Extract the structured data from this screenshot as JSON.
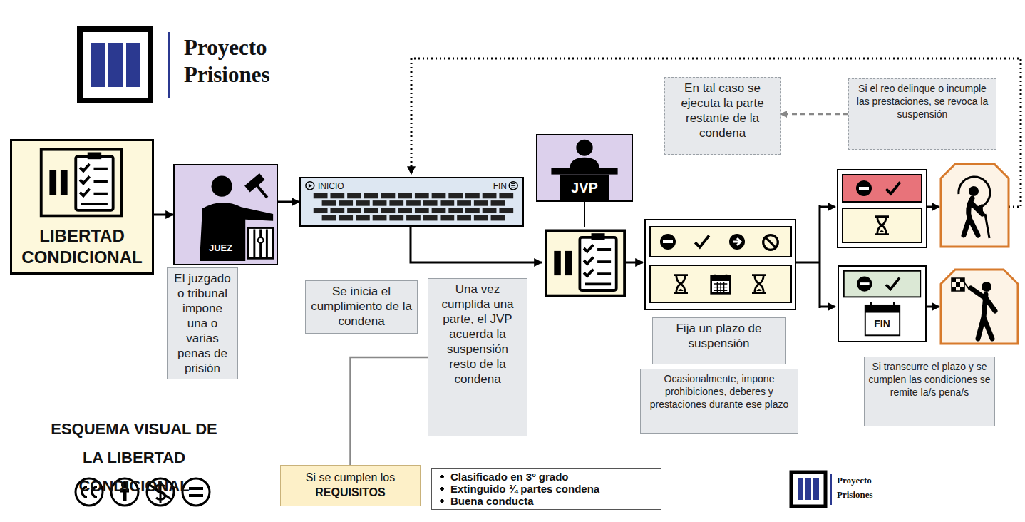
{
  "diagram": {
    "title": "ESQUEMA VISUAL DE LA LIBERTAD CONDICIONAL",
    "nodes": [
      {
        "text": [
          "LIBERTAD CONDICIONAL"
        ]
      },
      {
        "text": [
          "JUEZ"
        ]
      },
      {
        "text": [
          "El juzgado o tribunal impone una o varias penas de prisión"
        ]
      },
      {
        "text": [
          "INICIO",
          "FIN"
        ]
      },
      {
        "text": [
          "Se inicia el cumplimiento de la condena"
        ]
      },
      {
        "text": [
          "Una vez cumplida una parte, el JVP acuerda la suspensión resto de la condena"
        ]
      },
      {
        "text": [
          "JVP"
        ]
      },
      {
        "text": [
          "Si se cumplen los",
          "REQUISITOS"
        ]
      },
      {
        "text": [
          "Clasificado en 3º grado",
          "Extinguido ¾ partes condena",
          "Buena conducta"
        ]
      },
      {
        "text": [
          "Fija un plazo de suspensión"
        ]
      },
      {
        "text": [
          "Ocasionalmente, impone prohibiciones, deberes y prestaciones durante ese plazo"
        ]
      },
      {
        "text": [
          "En tal caso se ejecuta la parte restante de la condena"
        ]
      },
      {
        "text": [
          "Si el reo delinque o incumple las prestaciones, se revoca la suspensión"
        ]
      },
      {
        "text": [
          "FIN"
        ]
      },
      {
        "text": [
          "Si transcurre el plazo y se cumplen las condiciones se remite la/s pena/s"
        ]
      }
    ],
    "edges": [
      {
        "from": 0,
        "to": 1,
        "arrow": "to"
      },
      {
        "from": 1,
        "to": 3,
        "arrow": "to"
      },
      {
        "from": 12,
        "to": 11,
        "arrow": "to"
      },
      {
        "from": 5,
        "to": 7,
        "arrow": "none"
      }
    ],
    "labels": [
      "Proyecto Prisiones",
      "Proyecto Prisiones"
    ]
  }
}
